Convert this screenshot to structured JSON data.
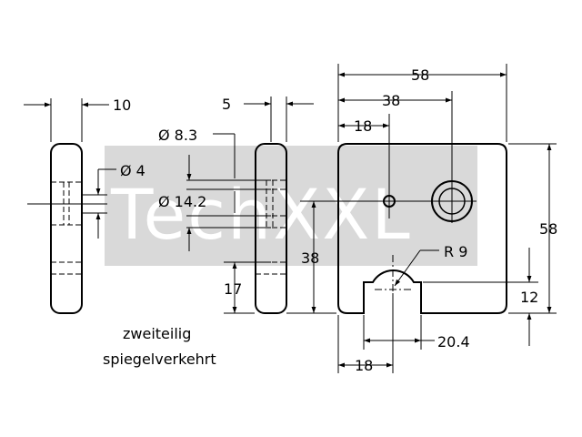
{
  "watermark": {
    "text": "TechXXL",
    "band_color": "#d9d9d9",
    "text_color": "#ffffff"
  },
  "dimensions": {
    "w_left_part": "10",
    "w_right_part": "5",
    "dia_8_3": "Ø 8.3",
    "dia_4": "Ø 4",
    "dia_14_2": "Ø 14.2",
    "h_17": "17",
    "h_38_center": "38",
    "total_width": "58",
    "hole_offset_38": "38",
    "hole_offset_18": "18",
    "total_height": "58",
    "radius": "R 9",
    "notch_height": "12",
    "notch_width": "20.4",
    "notch_offset": "18"
  },
  "notes": {
    "line1": "zweiteilig",
    "line2": "spiegelverkehrt"
  },
  "colors": {
    "line": "#000000",
    "background": "#ffffff"
  }
}
